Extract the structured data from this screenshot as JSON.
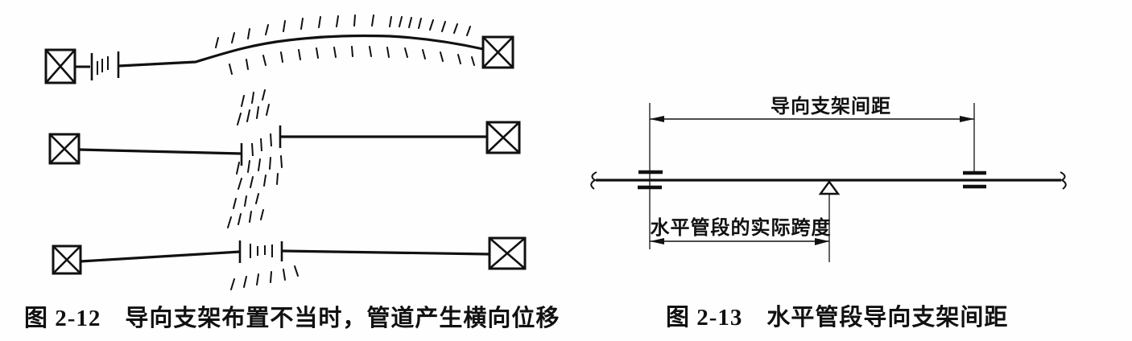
{
  "page": {
    "background": "#fefefe",
    "ink_color": "#111111"
  },
  "figure_2_12": {
    "caption": "图 2-12　导向支架布置不当时，管道产生横向位移"
  },
  "figure_2_13": {
    "caption": "图 2-13　水平管段导向支架间距",
    "labels": {
      "top_dimension": "导向支架间距",
      "bottom_dimension": "水平管段的实际跨度"
    }
  }
}
